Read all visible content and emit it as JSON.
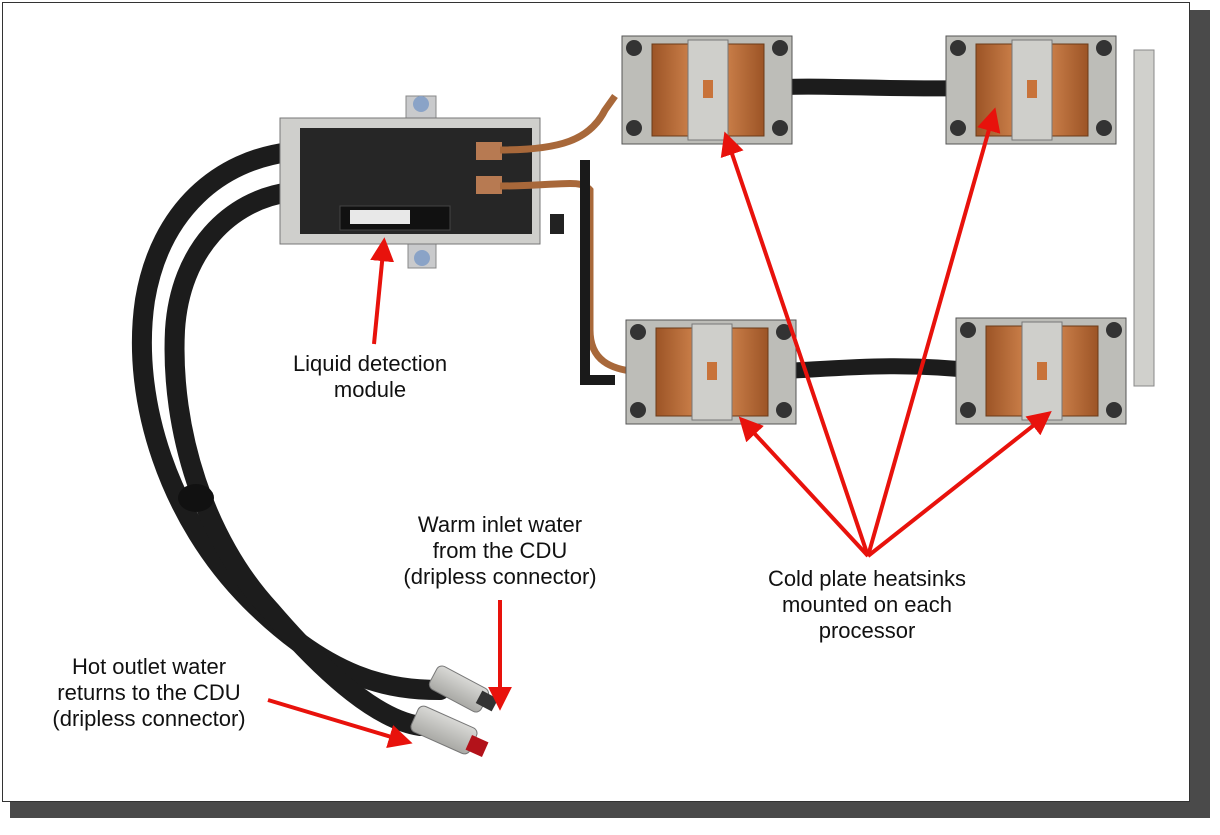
{
  "labels": {
    "liquid_detection": [
      "Liquid detection",
      "module"
    ],
    "warm_inlet": [
      "Warm inlet water",
      "from the CDU",
      "(dripless connector)"
    ],
    "hot_outlet": [
      "Hot outlet water",
      "returns to the CDU",
      "(dripless connector)"
    ],
    "cold_plate": [
      "Cold plate heatsinks",
      "mounted on each",
      "processor"
    ]
  },
  "colors": {
    "arrow": "#e8120c",
    "copper": "#c8733a",
    "hose": "#1c1c1c",
    "frame_shadow": "#4a4a4a"
  },
  "icons": [
    "cold-plate-heatsink",
    "liquid-detection-module",
    "hose",
    "dripless-connector",
    "arrow"
  ]
}
